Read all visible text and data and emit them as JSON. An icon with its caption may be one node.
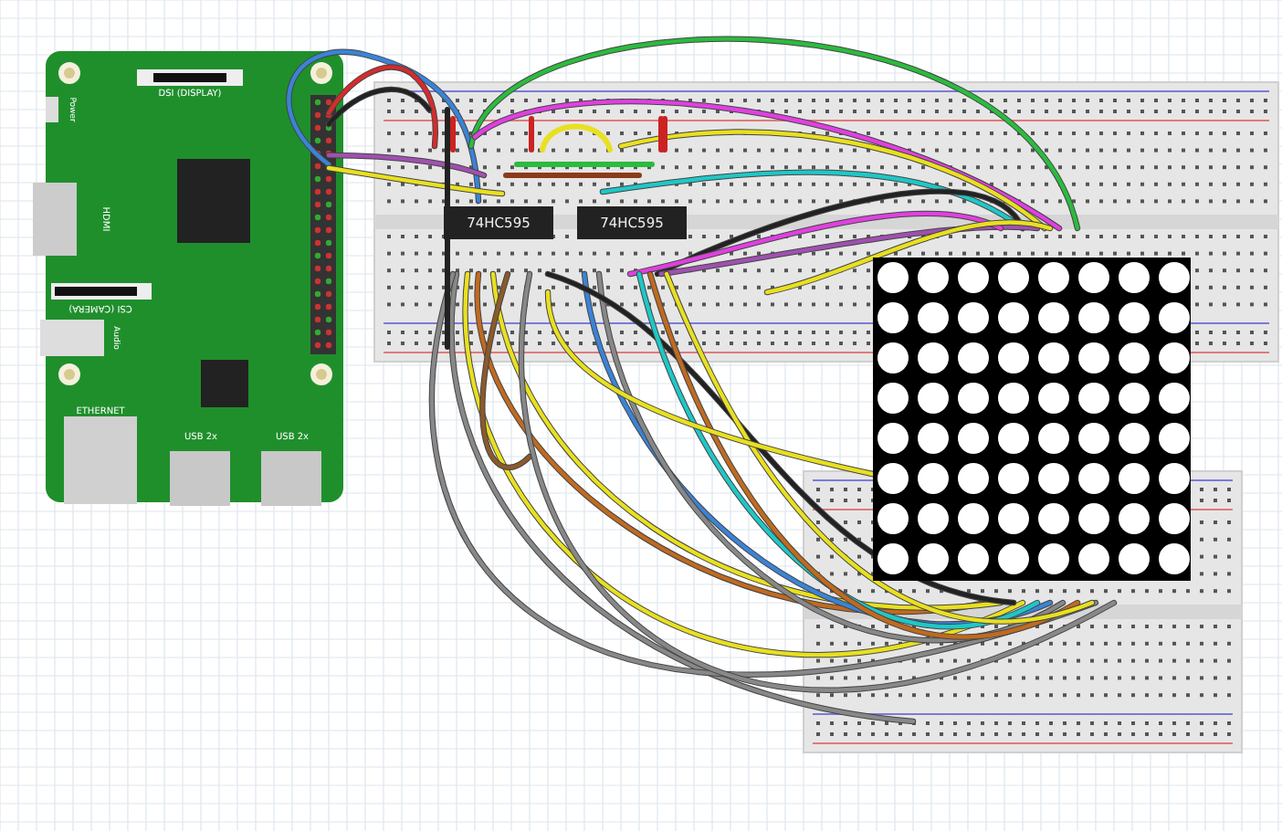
{
  "diagram": {
    "labels": [
      "DSI (DISPLAY)",
      "Power",
      "HDMI",
      "CSI (CAMERA)",
      "Audio",
      "ETHERNET",
      "USB 2x",
      "USB 2x",
      "74HC595",
      "74HC595"
    ]
  }
}
